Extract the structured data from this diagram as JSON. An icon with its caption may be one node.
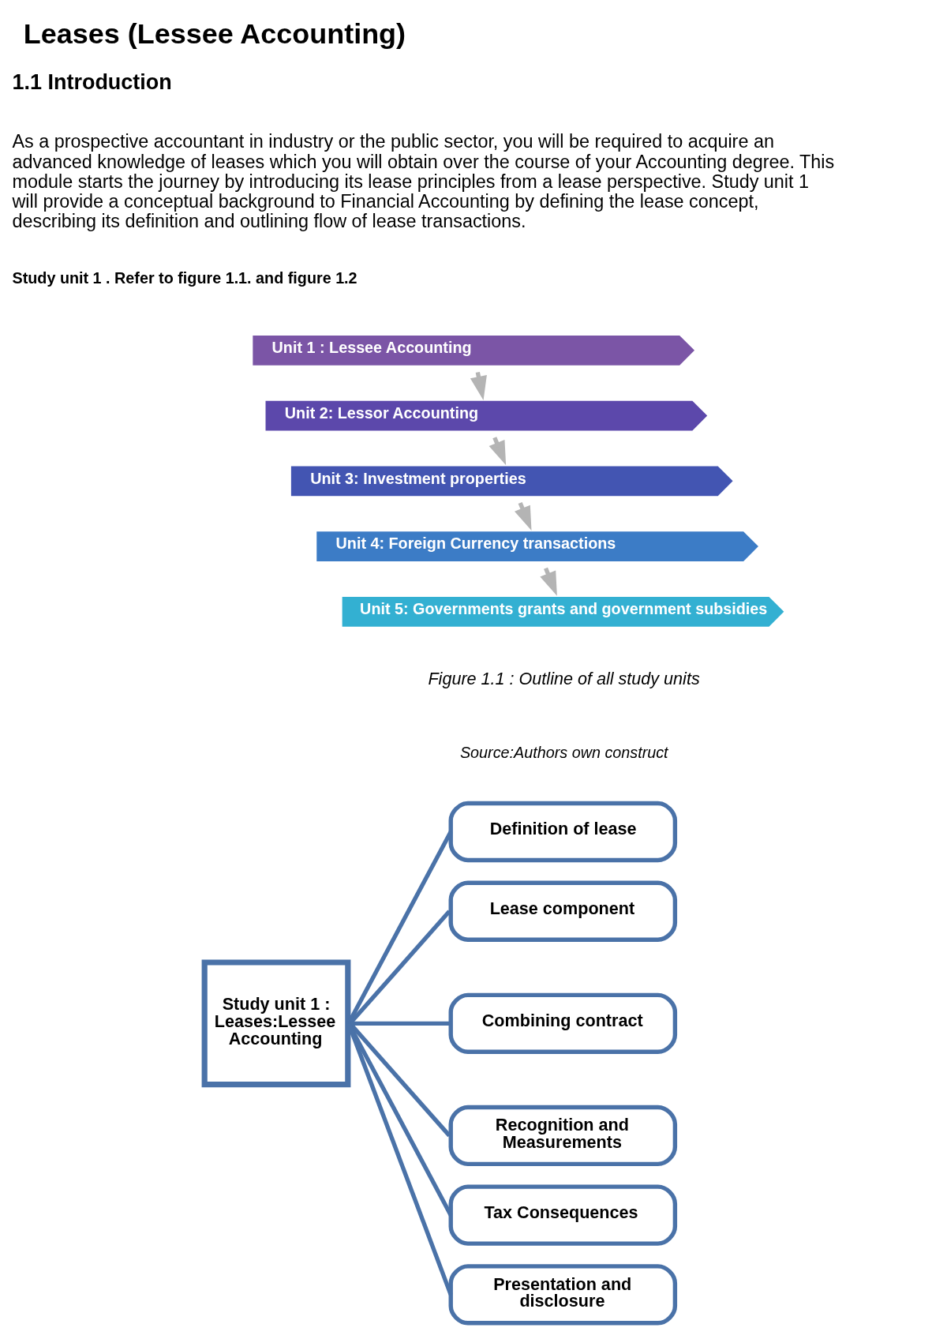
{
  "diagram": {
    "title": "Leases (Lessee Accounting)",
    "caption": "Figure 1.1 : Outline of all study units",
    "nodes": [
      {
        "text": [
          "Unit 1 : Lessee Accounting"
        ]
      },
      {
        "text": [
          "Unit 2: Lessor Accounting"
        ]
      },
      {
        "text": [
          "Unit 3: Investment properties"
        ]
      },
      {
        "text": [
          "Unit 4: Foreign Currency transactions"
        ]
      },
      {
        "text": [
          "Unit 5: Governments grants and government subsidies"
        ]
      },
      {
        "text": [
          "Study unit 1 : Leases:Lessee Accounting"
        ]
      },
      {
        "text": [
          "Definition of lease"
        ]
      },
      {
        "text": [
          "Lease component"
        ]
      },
      {
        "text": [
          "Combining contract"
        ]
      },
      {
        "text": [
          "Recognition and Measurements"
        ]
      },
      {
        "text": [
          "Tax Consequences"
        ]
      },
      {
        "text": [
          "Presentation and disclosure"
        ]
      }
    ],
    "edges": [
      {
        "from": 0,
        "to": 1,
        "arrow": "to",
        "color": "#b4b4b4"
      },
      {
        "from": 1,
        "to": 2,
        "arrow": "to",
        "color": "#b4b4b4"
      },
      {
        "from": 2,
        "to": 3,
        "arrow": "to",
        "color": "#b4b4b4"
      },
      {
        "from": 3,
        "to": 4,
        "arrow": "to",
        "color": "#b4b4b4"
      },
      {
        "from": 5,
        "to": 6,
        "arrow": "none"
      },
      {
        "from": 5,
        "to": 7,
        "arrow": "none"
      },
      {
        "from": 5,
        "to": 8,
        "arrow": "none"
      },
      {
        "from": 5,
        "to": 9,
        "arrow": "none"
      },
      {
        "from": 5,
        "to": 10,
        "arrow": "none"
      },
      {
        "from": 5,
        "to": 11,
        "arrow": "none"
      }
    ],
    "labels": [
      "1.1 Introduction",
      "As a prospective accountant in industry or the public sector, you will be required to acquire an advanced knowledge of leases which you will obtain over the course of your Accounting degree. This module starts the journey by introducing its lease principles from a lease perspective. Study unit 1 will provide a conceptual background to Financial Accounting by defining the lease concept, describing its definition and outlining flow of lease transactions.",
      "Study unit 1 . Refer to figure 1.1. and figure 1.2",
      "Source:Authors own construct"
    ]
  }
}
